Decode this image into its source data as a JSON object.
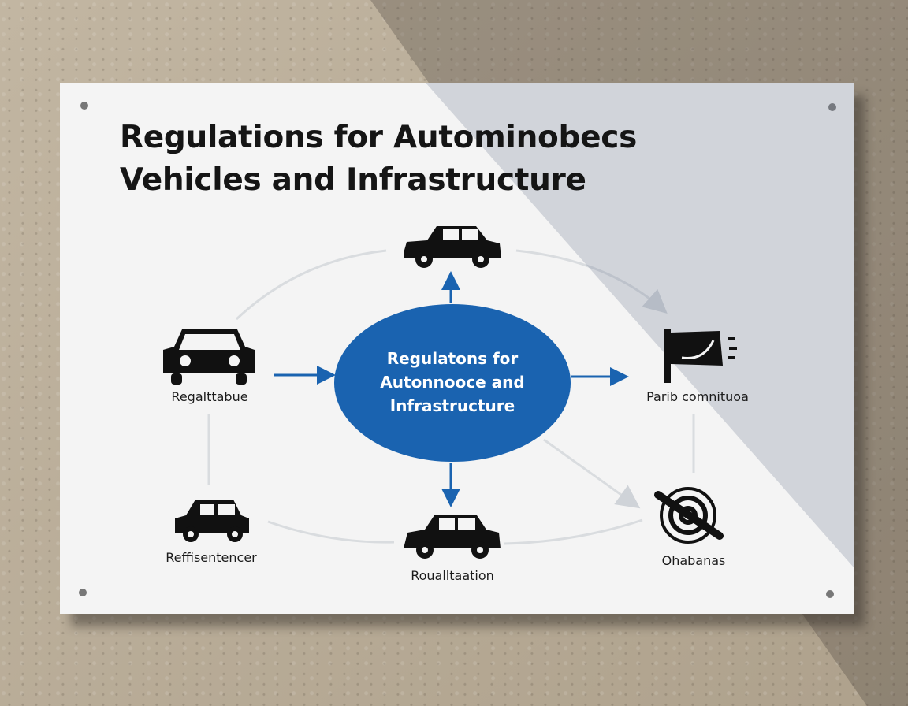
{
  "sign": {
    "title_line1": "Regulations for Autominobecs",
    "title_line2": "Vehicles and Infrastructure"
  },
  "diagram": {
    "center": {
      "line1": "Regulatons for",
      "line2": "Autonnooce and",
      "line3": "Infrastructure",
      "color": "#1a63b0"
    },
    "nodes": [
      {
        "icon": "car-icon",
        "label": ""
      },
      {
        "icon": "car-icon",
        "label": "Regalttabue"
      },
      {
        "icon": "flag-icon",
        "label": "Parib comnituoa"
      },
      {
        "icon": "car-icon",
        "label": "Reffisentencer"
      },
      {
        "icon": "car-icon",
        "label": "Roualltaation"
      },
      {
        "icon": "no-steering-icon",
        "label": "Ohabanas"
      }
    ]
  }
}
